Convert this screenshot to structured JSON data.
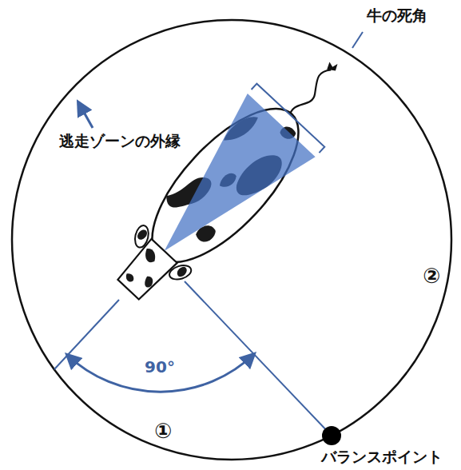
{
  "diagram": {
    "labels": [
      "逃走ゾーンの外縁",
      "牛の死角",
      "90°",
      "①",
      "②",
      "バランスポイント"
    ]
  }
}
